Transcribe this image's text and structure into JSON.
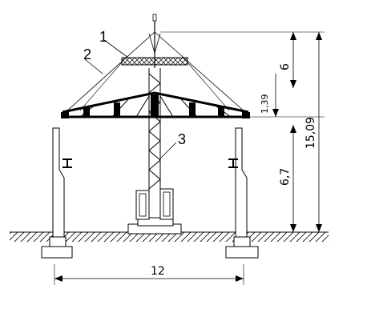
{
  "callouts": {
    "c1": "1",
    "c2": "2",
    "c3": "3"
  },
  "dimensions": {
    "d6": "6",
    "d139": "1,39",
    "d1509": "15,09",
    "d67": "6,7",
    "d12": "12"
  }
}
